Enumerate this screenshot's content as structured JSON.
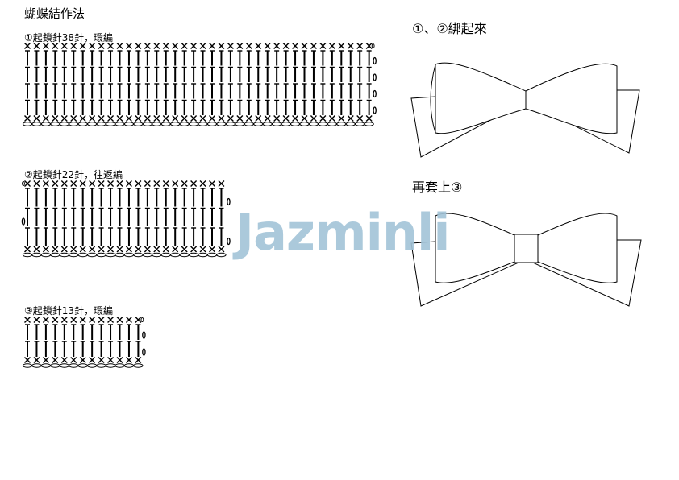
{
  "title": "蝴蝶結作法",
  "diagrams": [
    {
      "label": "①起鎖針38針，環編",
      "stitches": 38,
      "dc_rows": 4
    },
    {
      "label": "②起鎖針22針，往返編",
      "stitches": 22,
      "dc_rows": 3
    },
    {
      "label": "③起鎖針13針，環編",
      "stitches": 13,
      "dc_rows": 2
    }
  ],
  "steps": {
    "step1": "①、②綁起來",
    "step2": "再套上③"
  },
  "watermark": "Jazminli",
  "colors": {
    "watermark": "#a3c4d8",
    "ink": "#000000"
  }
}
